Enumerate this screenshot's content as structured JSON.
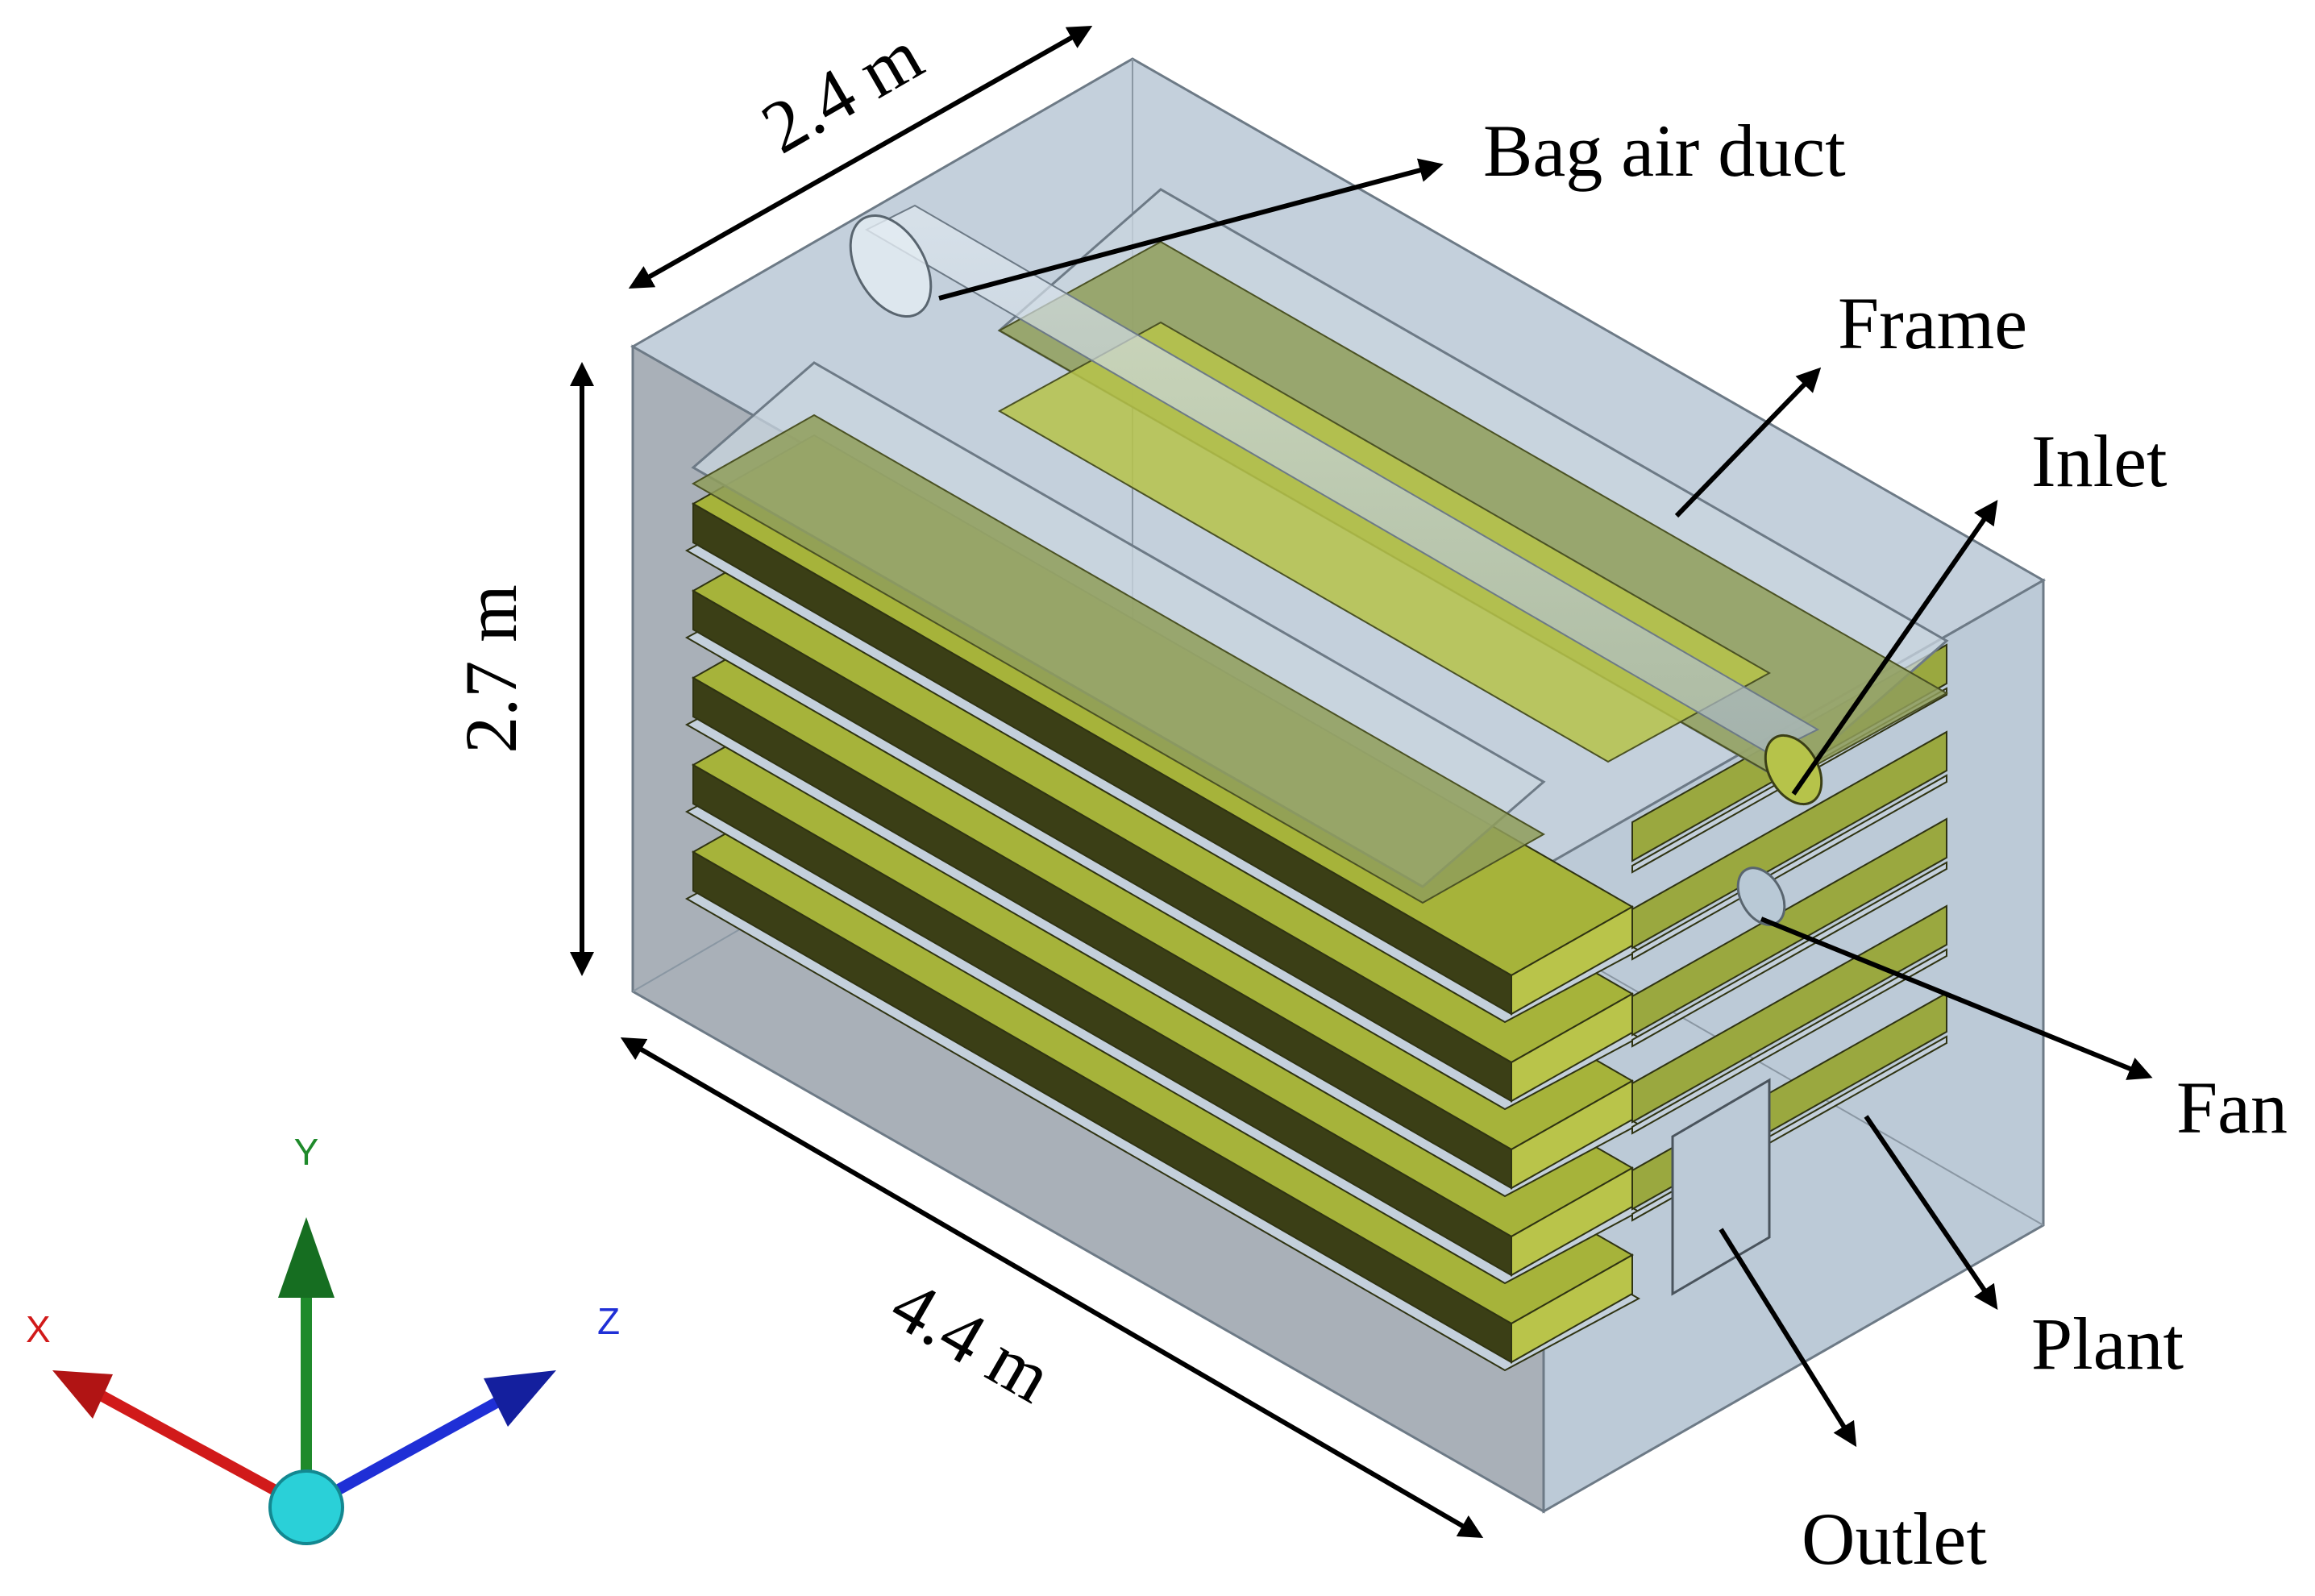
{
  "dimensions": {
    "depth": "2.4 m",
    "height": "2.7 m",
    "length": "4.4 m"
  },
  "labels": {
    "bag_air_duct": "Bag air duct",
    "frame": "Frame",
    "inlet": "Inlet",
    "fan": "Fan",
    "plant": "Plant",
    "outlet": "Outlet"
  },
  "triad": {
    "x": "X",
    "y": "Y",
    "z": "Z"
  },
  "colors": {
    "enclosure_fill": "#b4c2d0",
    "enclosure_edge": "#6d7a86",
    "plant_top": "#8f9e5a",
    "plant_front": "#a6b33a",
    "plant_side": "#3b3f16",
    "frame_fill": "#c7d3de",
    "x_axis": "#d11a1a",
    "y_axis": "#1f8a2b",
    "z_axis": "#1f2fd6",
    "origin": "#2ad0d8"
  },
  "shelf_count": 5
}
